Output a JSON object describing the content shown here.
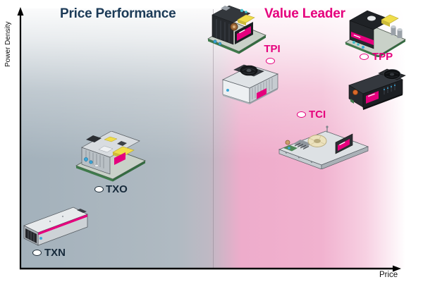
{
  "chart_data": {
    "type": "scatter",
    "title": "",
    "xlabel": "Price",
    "ylabel": "Power Density",
    "axis_ranges": "conceptual axes, no numeric ticks",
    "grid": false,
    "regions": [
      {
        "label": "Price Performance",
        "side": "left",
        "color": "#1b3a57",
        "background": "#a7b4bd"
      },
      {
        "label": "Value Leader",
        "side": "right",
        "color": "#e5007d",
        "background": "#efaccc"
      }
    ],
    "points": [
      {
        "name": "TXN",
        "region": "Price Performance",
        "x": 0.04,
        "y": 0.06
      },
      {
        "name": "TXO",
        "region": "Price Performance",
        "x": 0.2,
        "y": 0.3
      },
      {
        "name": "TPI",
        "region": "Value Leader",
        "x": 0.65,
        "y": 0.8
      },
      {
        "name": "TCI",
        "region": "Value Leader",
        "x": 0.74,
        "y": 0.59
      },
      {
        "name": "TPP",
        "region": "Value Leader",
        "x": 0.9,
        "y": 0.82
      }
    ],
    "notes": "x/y are relative positions (0-1) inside the plot; each point is a power-supply product illustrated with a photo and marked with a white ellipse"
  },
  "titles": {
    "left": "Price Performance",
    "right": "Value Leader"
  },
  "axes": {
    "x_label": "Price",
    "y_label": "Power Density"
  },
  "products": [
    {
      "label": "TXN",
      "style": "enclosed metal case"
    },
    {
      "label": "TXO",
      "style": "open-frame PCB"
    },
    {
      "label": "TPI",
      "style": "open-frame + fan-cooled enclosed"
    },
    {
      "label": "TCI",
      "style": "open-frame with toroid"
    },
    {
      "label": "TPP",
      "style": "open-frame + fan-cooled enclosed black"
    }
  ],
  "colors": {
    "left_title": "#1b3a57",
    "right_title": "#e5007d",
    "left_product_label": "#16293a",
    "marker_fill": "#ffffff",
    "axis": "#000000",
    "gray_blue_bg": "#a7b4bd",
    "pink_bg": "#efaccc",
    "brand_magenta": "#e5007d"
  }
}
